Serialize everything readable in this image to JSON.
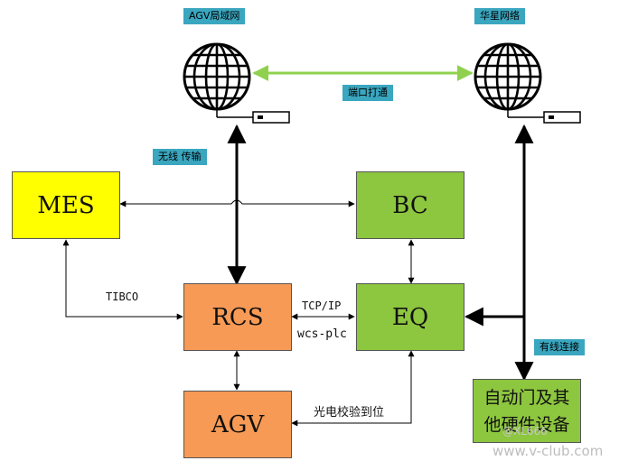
{
  "nodes": {
    "mes": {
      "label": "MES",
      "color": "#ffff00"
    },
    "bc": {
      "label": "BC",
      "color": "#8dc63f"
    },
    "rcs": {
      "label": "RCS",
      "color": "#f79a55"
    },
    "eq": {
      "label": "EQ",
      "color": "#8dc63f"
    },
    "agv": {
      "label": "AGV",
      "color": "#f79a55"
    },
    "hw": {
      "label": "自动门及其他硬件设备",
      "color": "#8dc63f"
    }
  },
  "networks": {
    "agv_lan": "AGV局域网",
    "huaxing": "华星网络"
  },
  "tags": {
    "port": "端口打通",
    "wireless": "无线 传输",
    "wired": "有线连接"
  },
  "edge_labels": {
    "tibco": "TIBCO",
    "tcpip": "TCP/IP",
    "wcsplc": "wcs-plc",
    "photo": "光电校验到位"
  },
  "watermark": {
    "user": "@XL666",
    "site": "www.v-club.com"
  },
  "colors": {
    "tag_bg": "#3aa6bf",
    "link_green": "#8fd14f",
    "line": "#000000"
  }
}
